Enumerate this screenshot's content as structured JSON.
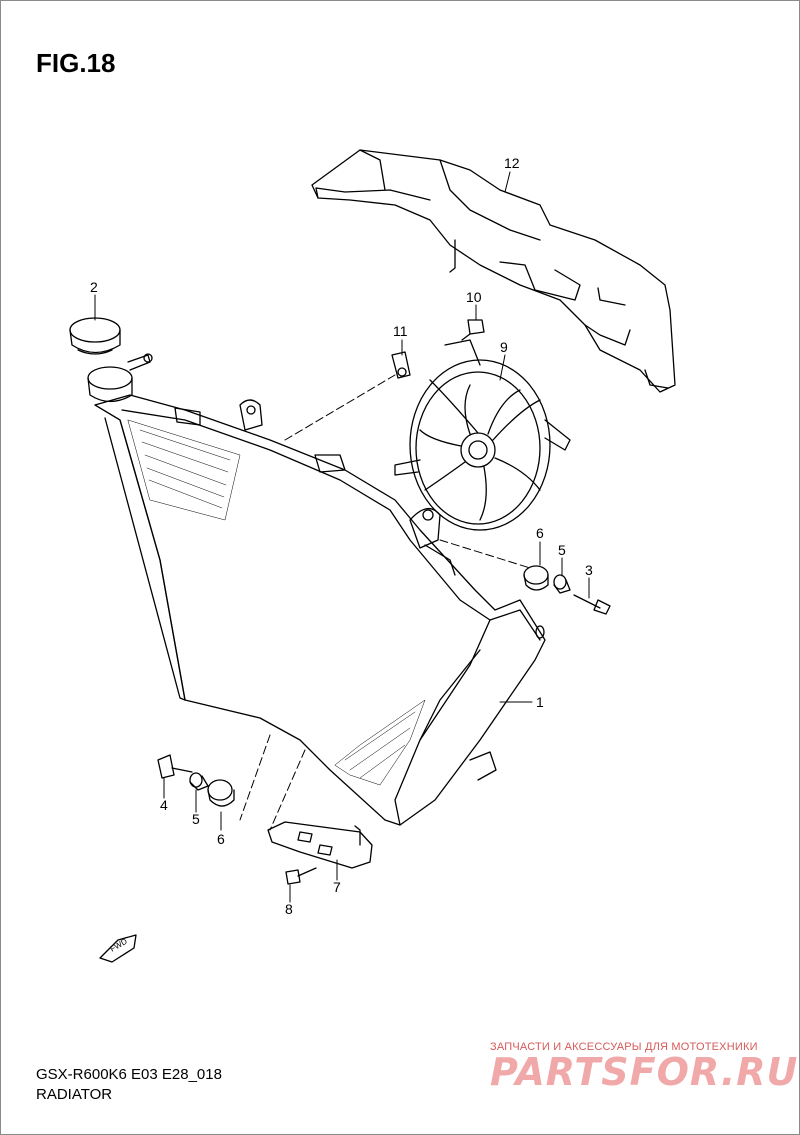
{
  "figure": {
    "title": "FIG.18",
    "model_code": "GSX-R600K6 E03 E28_018",
    "caption": "RADIATOR"
  },
  "fwd_label": "FWD",
  "callouts": [
    {
      "id": "12",
      "label": "12"
    },
    {
      "id": "2",
      "label": "2"
    },
    {
      "id": "10",
      "label": "10"
    },
    {
      "id": "11",
      "label": "11"
    },
    {
      "id": "9",
      "label": "9"
    },
    {
      "id": "6a",
      "label": "6"
    },
    {
      "id": "5a",
      "label": "5"
    },
    {
      "id": "3",
      "label": "3"
    },
    {
      "id": "1",
      "label": "1"
    },
    {
      "id": "4",
      "label": "4"
    },
    {
      "id": "5b",
      "label": "5"
    },
    {
      "id": "6b",
      "label": "6"
    },
    {
      "id": "7",
      "label": "7"
    },
    {
      "id": "8",
      "label": "8"
    }
  ],
  "watermark": {
    "tagline": "ЗАПЧАСТИ И АКСЕССУАРЫ ДЛЯ МОТОТЕХНИКИ",
    "brand": "PARTSFOR.RU",
    "color": "#d65a5a"
  }
}
